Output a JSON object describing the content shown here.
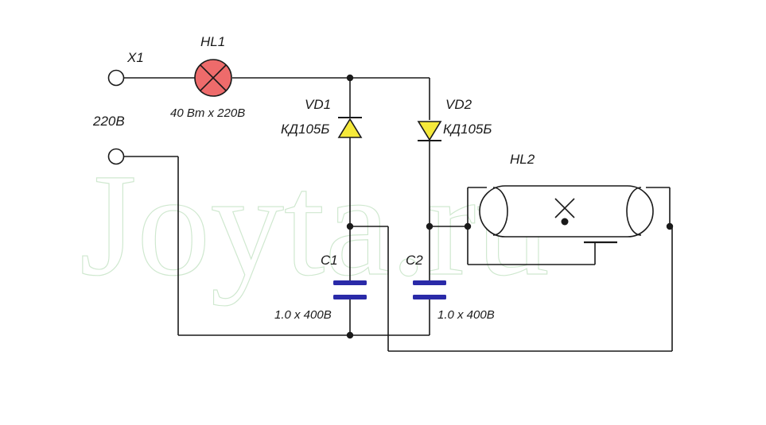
{
  "watermark": "Joyta.ru",
  "terminals": {
    "x1_label": "X1",
    "voltage_label": "220В"
  },
  "lamp_hl1": {
    "name": "HL1",
    "rating": "40 Вт x 220В",
    "fill_color": "#ee6b6b"
  },
  "diode_vd1": {
    "name": "VD1",
    "part": "КД105Б",
    "fill_color": "#f5e93a"
  },
  "diode_vd2": {
    "name": "VD2",
    "part": "КД105Б",
    "fill_color": "#f5e93a"
  },
  "capacitor_c1": {
    "name": "C1",
    "rating": "1.0 x 400В",
    "color": "#2a2aa8"
  },
  "capacitor_c2": {
    "name": "C2",
    "rating": "1.0 x 400В",
    "color": "#2a2aa8"
  },
  "lamp_hl2": {
    "name": "HL2"
  }
}
